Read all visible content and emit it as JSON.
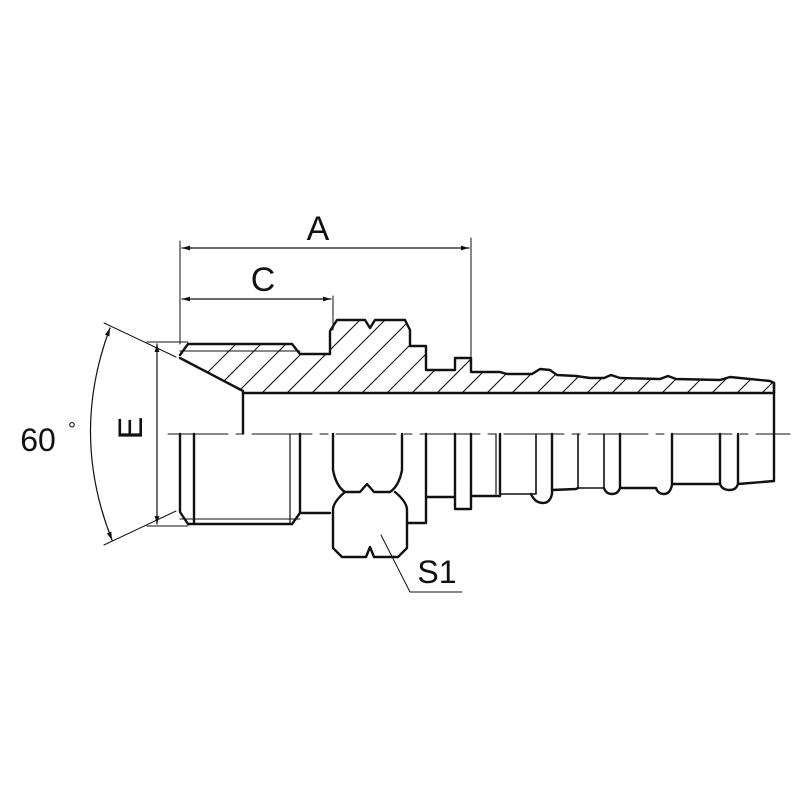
{
  "drawing": {
    "title": "Hose fitting technical drawing",
    "colors": {
      "line": "#111111",
      "background": "#ffffff"
    },
    "labels": {
      "dim_a": "A",
      "dim_c": "C",
      "dim_e": "E",
      "angle": "60",
      "angle_unit": "°",
      "hex": "S1"
    }
  }
}
